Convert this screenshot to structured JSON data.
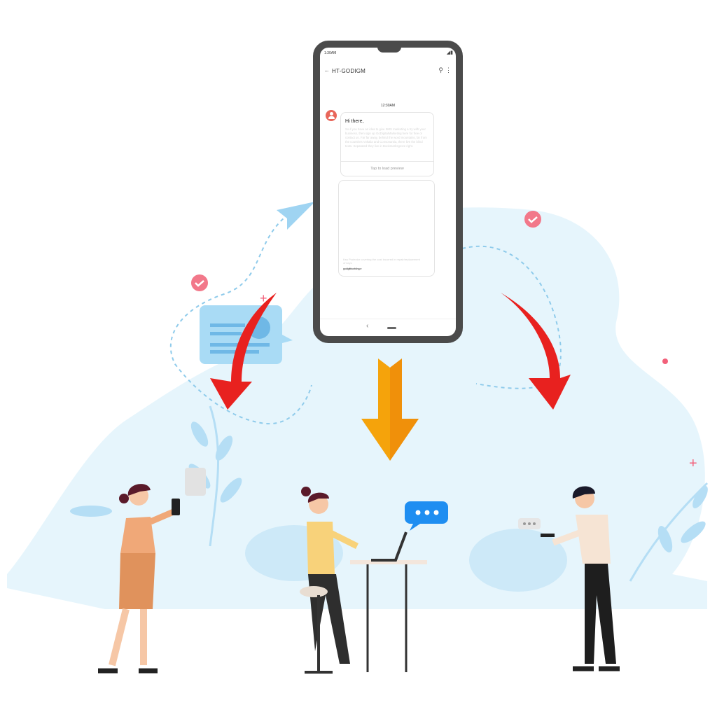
{
  "phone": {
    "status_time": "1:30AM",
    "status_icons": [
      "signal-icon",
      "battery-icon"
    ],
    "header": {
      "title": "HT-GODIGM",
      "icons": [
        "back-arrow-icon",
        "search-icon",
        "more-vert-icon"
      ]
    },
    "timestamp": "12:30AM",
    "message": {
      "greeting": "Hi there,",
      "body": "So if you have an idea to give SMS marketing a try with your business, then sign up GoDigitalMarketing here for free or contact us. Far far away, behind the word mountains, far from the countries Vokalia and Consonantia, there live the blind texts. Separated they live in Bookmarksgrove right.",
      "preview_label": "Tap to load preview"
    },
    "link_card": {
      "description": "Key Protector covering the cost incurred in repair/replacement of keys",
      "link": "godigitfsurbling.e"
    }
  },
  "colors": {
    "bg_blob": "#e4f4fc",
    "arrow_red": "#e8211f",
    "arrow_orange": "#f5a30b",
    "accent_pink": "#f2607a",
    "chat_blue": "#1f8ef1"
  }
}
